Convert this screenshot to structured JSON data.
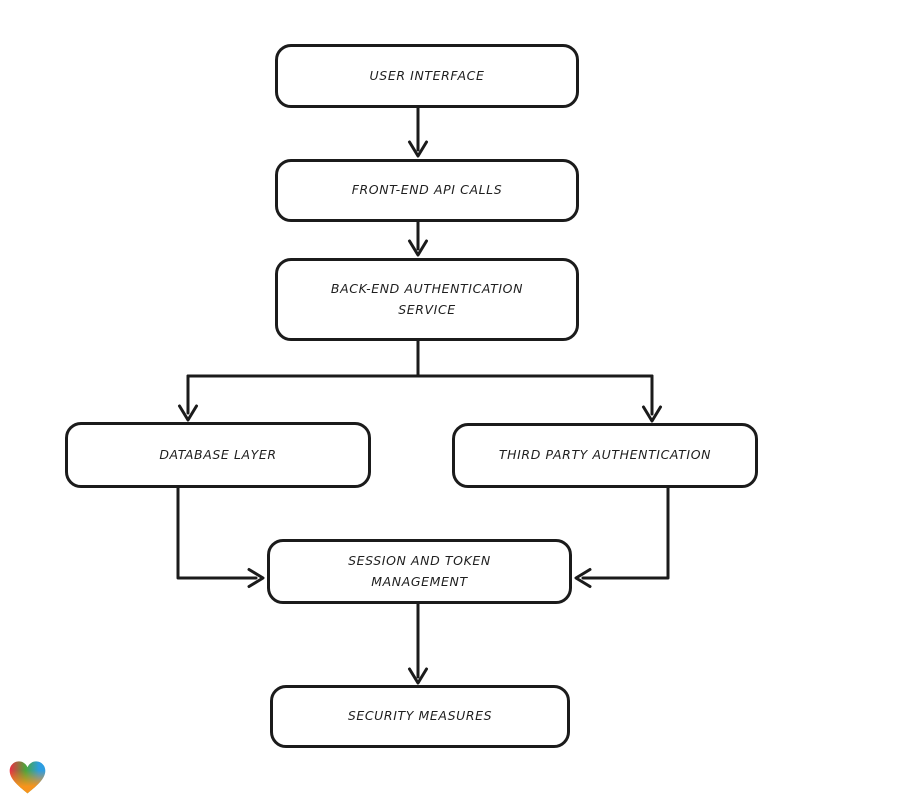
{
  "diagram": {
    "nodes": {
      "user_interface": {
        "label": "USER INTERFACE"
      },
      "front_end_api_calls": {
        "label": "FRONT-END API CALLS"
      },
      "back_end_authentication_service": {
        "label": "BACK-END AUTHENTICATION SERVICE"
      },
      "database_layer": {
        "label": "DATABASE LAYER"
      },
      "third_party_authentication": {
        "label": "THIRD PARTY AUTHENTICATION"
      },
      "session_and_token_management": {
        "label": "SESSION AND TOKEN MANAGEMENT"
      },
      "security_measures": {
        "label": "SECURITY MEASURES"
      }
    },
    "edges": [
      {
        "from": "USER INTERFACE",
        "to": "FRONT-END API CALLS",
        "shape": "straight-down"
      },
      {
        "from": "FRONT-END API CALLS",
        "to": "BACK-END AUTHENTICATION SERVICE",
        "shape": "straight-down"
      },
      {
        "from": "BACK-END AUTHENTICATION SERVICE",
        "to": "DATABASE LAYER",
        "shape": "branch-left-down"
      },
      {
        "from": "BACK-END AUTHENTICATION SERVICE",
        "to": "THIRD PARTY AUTHENTICATION",
        "shape": "branch-right-down"
      },
      {
        "from": "DATABASE LAYER",
        "to": "SESSION AND TOKEN MANAGEMENT",
        "shape": "down-then-right"
      },
      {
        "from": "THIRD PARTY AUTHENTICATION",
        "to": "SESSION AND TOKEN MANAGEMENT",
        "shape": "down-then-left"
      },
      {
        "from": "SESSION AND TOKEN MANAGEMENT",
        "to": "SECURITY MEASURES",
        "shape": "straight-down"
      }
    ],
    "style": {
      "stroke_color": "#1b1b1b",
      "node_fill": "#ffffff",
      "background": "#ffffff"
    },
    "logo": {
      "name": "eraser-heart-logo",
      "colors": {
        "red": "#ef2d43",
        "green": "#4ca63b",
        "blue": "#2d9de0",
        "orange": "#f7941d"
      }
    }
  }
}
